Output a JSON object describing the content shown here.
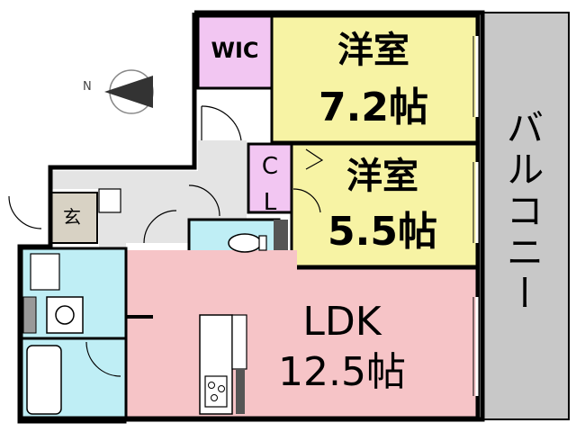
{
  "rooms": {
    "wic": "WIC",
    "bedroom1_name": "洋室",
    "bedroom1_size": "7.2帖",
    "bedroom2_name": "洋室",
    "bedroom2_size": "5.5帖",
    "ldk_name": "LDK",
    "ldk_size": "12.5帖",
    "closet_c": "C",
    "closet_l": "L",
    "entrance": "玄",
    "balcony": "バルコニー"
  },
  "compass": {
    "label": "N"
  },
  "colors": {
    "wic": "#f2c6f2",
    "bedroom": "#f7f3a4",
    "ldk": "#f6c4c7",
    "wet": "#bfeef5",
    "balcony": "#c8c8c8",
    "hall": "#e4e4e4",
    "entrance": "#d8d2c4"
  }
}
